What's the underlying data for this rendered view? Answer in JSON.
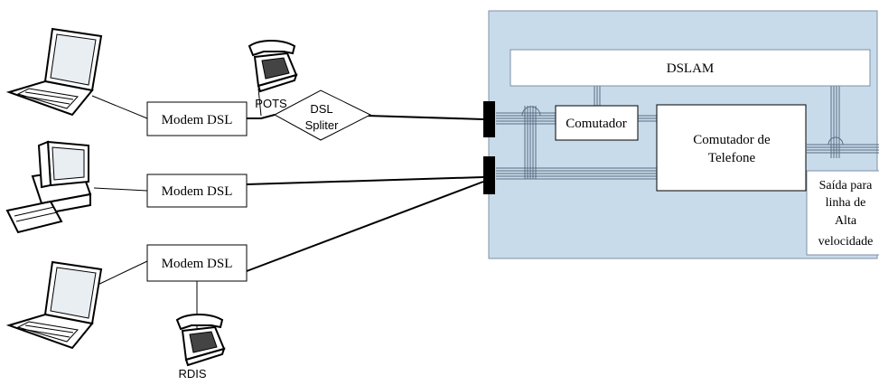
{
  "diagram": {
    "dslam_label": "DSLAM",
    "switch_label": "Comutador",
    "phone_switch_label": [
      "Comutador de",
      "Telefone"
    ],
    "output_label": [
      "Saída para",
      "linha de",
      "Alta",
      "velocidade"
    ],
    "modems": [
      {
        "label": "Modem DSL"
      },
      {
        "label": "Modem DSL"
      },
      {
        "label": "Modem DSL"
      }
    ],
    "splitter_label": [
      "DSL",
      "Spliter"
    ],
    "pots_label": "POTS",
    "rdis_label": "RDIS",
    "colors": {
      "central_office_fill": "#c8dbea",
      "central_office_border": "#7f8fa6",
      "box_border": "#000000",
      "line": "#000000",
      "bus_line": "#5a6b82"
    },
    "icons": [
      "laptop-icon",
      "desktop-computer-icon",
      "laptop-icon",
      "telephone-icon",
      "telephone-icon"
    ]
  }
}
